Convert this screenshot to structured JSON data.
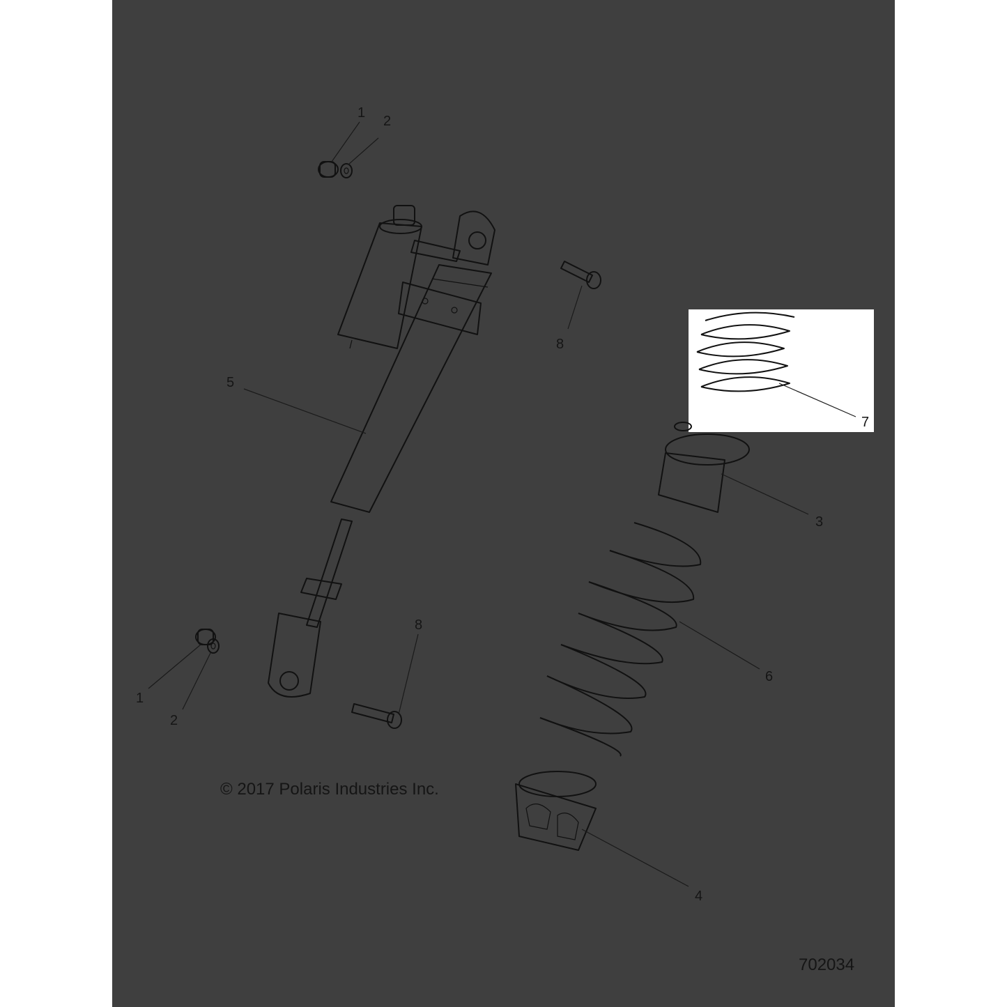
{
  "callouts": [
    {
      "id": "c1a",
      "text": "1"
    },
    {
      "id": "c2a",
      "text": "2"
    },
    {
      "id": "c8a",
      "text": "8"
    },
    {
      "id": "c5",
      "text": "5"
    },
    {
      "id": "c7",
      "text": "7"
    },
    {
      "id": "c3",
      "text": "3"
    },
    {
      "id": "c6",
      "text": "6"
    },
    {
      "id": "c8b",
      "text": "8"
    },
    {
      "id": "c1b",
      "text": "1"
    },
    {
      "id": "c2b",
      "text": "2"
    },
    {
      "id": "c4",
      "text": "4"
    }
  ],
  "copyright": "© 2017 Polaris Industries Inc.",
  "drawing_number": "702034",
  "colors": {
    "background": "#ffffff",
    "sheet": "#3f3f3f",
    "inset_box": "#ffffff",
    "line": "#111111"
  }
}
